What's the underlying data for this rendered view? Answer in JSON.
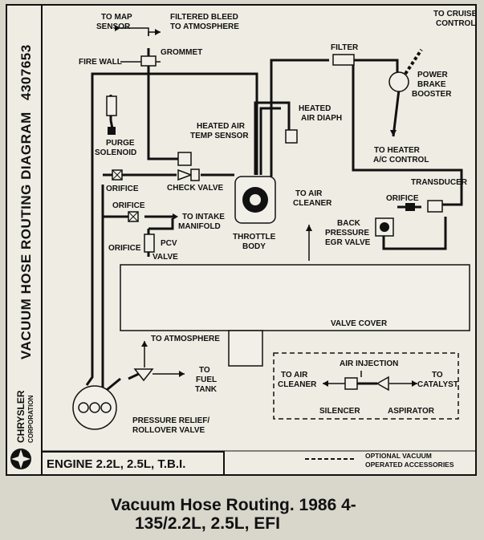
{
  "side_title": "VACUUM HOSE ROUTING DIAGRAM",
  "part_number": "4307653",
  "brand": {
    "name": "CHRYSLER",
    "sub": "CORPORATION"
  },
  "labels": {
    "to_map_sensor_1": "TO MAP",
    "to_map_sensor_2": "SENSOR",
    "filtered_bleed_1": "FILTERED BLEED",
    "filtered_bleed_2": "TO ATMOSPHERE",
    "grommet": "GROMMET",
    "fire_wall": "FIRE WALL",
    "filter": "FILTER",
    "to_cruise_1": "TO CRUISE",
    "to_cruise_2": "CONTROL",
    "power_brake_1": "POWER",
    "power_brake_2": "BRAKE",
    "power_brake_3": "BOOSTER",
    "heated_air_diaph_1": "HEATED",
    "heated_air_diaph_2": "AIR DIAPH",
    "heated_air_temp_1": "HEATED AIR",
    "heated_air_temp_2": "TEMP SENSOR",
    "purge_1": "PURGE",
    "purge_2": "SOLENOID",
    "to_heater_1": "TO HEATER",
    "to_heater_2": "A/C CONTROL",
    "orifice_top": "ORIFICE",
    "check_valve": "CHECK VALVE",
    "transducer": "TRANSDUCER",
    "orifice_right": "ORIFICE",
    "to_air_cleaner_1": "TO AIR",
    "to_air_cleaner_2": "CLEANER",
    "orifice_mid": "ORIFICE",
    "to_intake_1": "TO INTAKE",
    "to_intake_2": "MANIFOLD",
    "back_pressure_1": "BACK",
    "back_pressure_2": "PRESSURE",
    "back_pressure_3": "EGR VALVE",
    "orifice_pcv": "ORIFICE",
    "pcv_1": "PCV",
    "pcv_2": "VALVE",
    "throttle_1": "THROTTLE",
    "throttle_2": "BODY",
    "valve_cover": "VALVE COVER",
    "to_atmosphere": "TO ATMOSPHERE",
    "to_fuel_tank_1": "TO",
    "to_fuel_tank_2": "FUEL",
    "to_fuel_tank_3": "TANK",
    "pressure_relief_1": "PRESSURE RELIEF/",
    "pressure_relief_2": "ROLLOVER VALVE",
    "air_injection": "AIR INJECTION",
    "aii_to_air_cleaner_1": "TO AIR",
    "aii_to_air_cleaner_2": "CLEANER",
    "to_catalyst_1": "TO",
    "to_catalyst_2": "CATALYST",
    "silencer": "SILENCER",
    "aspirator": "ASPIRATOR",
    "optional_1": "OPTIONAL VACUUM",
    "optional_2": "OPERATED ACCESSORIES"
  },
  "engine_label": "ENGINE 2.2L, 2.5L, T.B.I.",
  "caption_1": "Vacuum Hose Routing. 1986 4-",
  "caption_2": "135/2.2L, 2.5L, EFI"
}
